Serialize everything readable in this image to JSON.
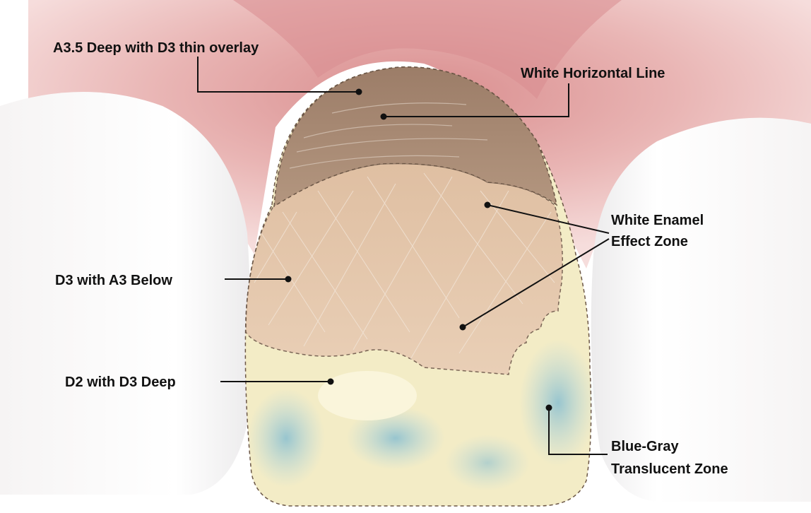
{
  "labels": {
    "a35_deep": "A3.5 Deep with D3 thin overlay",
    "white_horizontal": "White Horizontal Line",
    "white_enamel_line1": "White Enamel",
    "white_enamel_line2": "Effect Zone",
    "d3_a3": "D3 with A3 Below",
    "d2_d3": "D2 with D3 Deep",
    "blue_gray_line1": "Blue-Gray",
    "blue_gray_line2": "Translucent Zone"
  },
  "colors": {
    "gum": "#e9b5b4",
    "gum_dark": "#d98d8e",
    "neighbor_teeth": "#fbfafa",
    "cervical_zone": "#a88b76",
    "middle_zone": "#e5c6a9",
    "incisal_zone": "#f6efc8",
    "translucent": "#a9cfd6",
    "leader": "#111111"
  }
}
